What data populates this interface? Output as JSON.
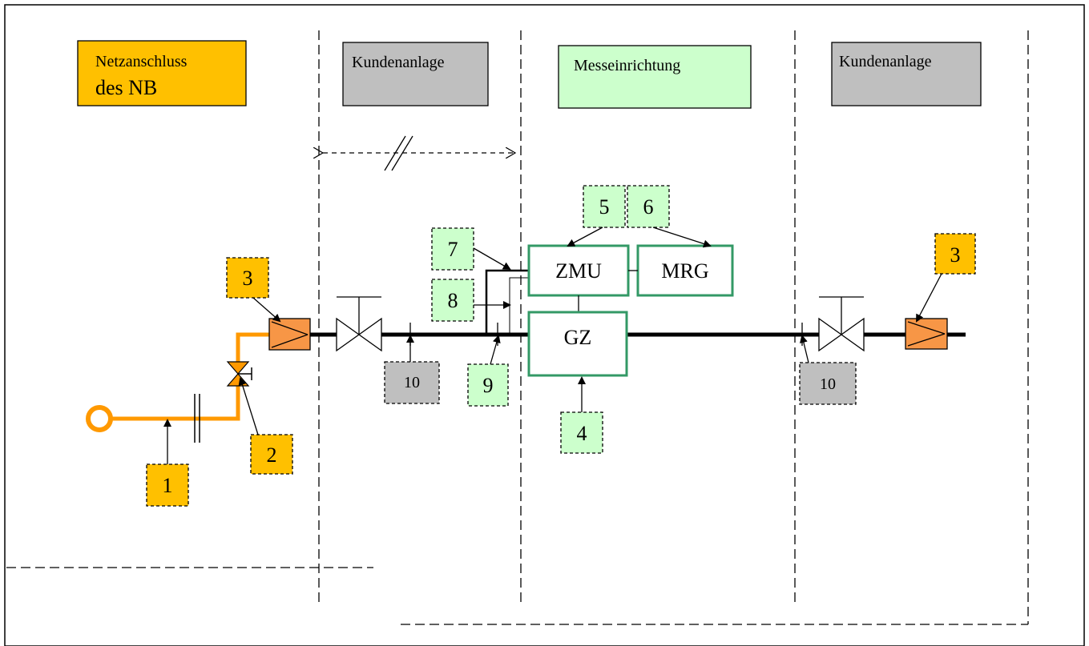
{
  "sections": {
    "netzanschluss_line1": "Netzanschluss",
    "netzanschluss_line2": "des NB",
    "kundenanlage_left": "Kundenanlage",
    "messeinrichtung": "Messeinrichtung",
    "kundenanlage_right": "Kundenanlage"
  },
  "devices": {
    "zmu": "ZMU",
    "mrg": "MRG",
    "gz": "GZ"
  },
  "markers": {
    "m1": "1",
    "m2": "2",
    "m3_left": "3",
    "m3_right": "3",
    "m4": "4",
    "m5": "5",
    "m6": "6",
    "m7": "7",
    "m8": "8",
    "m9": "9",
    "m10_left": "10",
    "m10_right": "10"
  },
  "colors": {
    "netz_orange": "#FFC000",
    "pipe_orange": "#FF9900",
    "connector_orange": "#F79646",
    "kunden_gray": "#BFBFBF",
    "mess_green": "#CCFFCC",
    "device_green": "#339966"
  }
}
